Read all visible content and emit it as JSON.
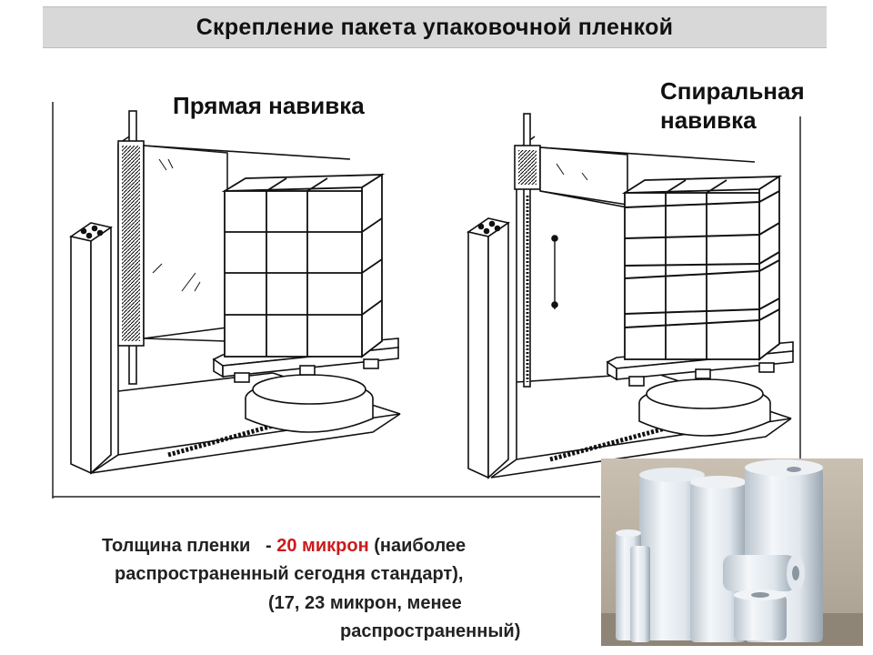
{
  "header": {
    "title": "Скрепление пакета упаковочной пленкой"
  },
  "diagram": {
    "left_label": "Прямая навивка",
    "right_label_line1": "Спиральная",
    "right_label_line2": "навивка"
  },
  "caption": {
    "line1_prefix": "Толщина пленки   - ",
    "line1_highlight": "20 микрон",
    "line1_suffix": " (наиболее",
    "line2": "распространенный сегодня стандарт),",
    "line3": "(17, 23 микрон, менее",
    "line4": "распространенный)"
  },
  "photo": {
    "subject": "stretch-film-rolls"
  },
  "colors": {
    "title_bar": "#d8d8d8",
    "highlight": "#cc1b1b"
  }
}
